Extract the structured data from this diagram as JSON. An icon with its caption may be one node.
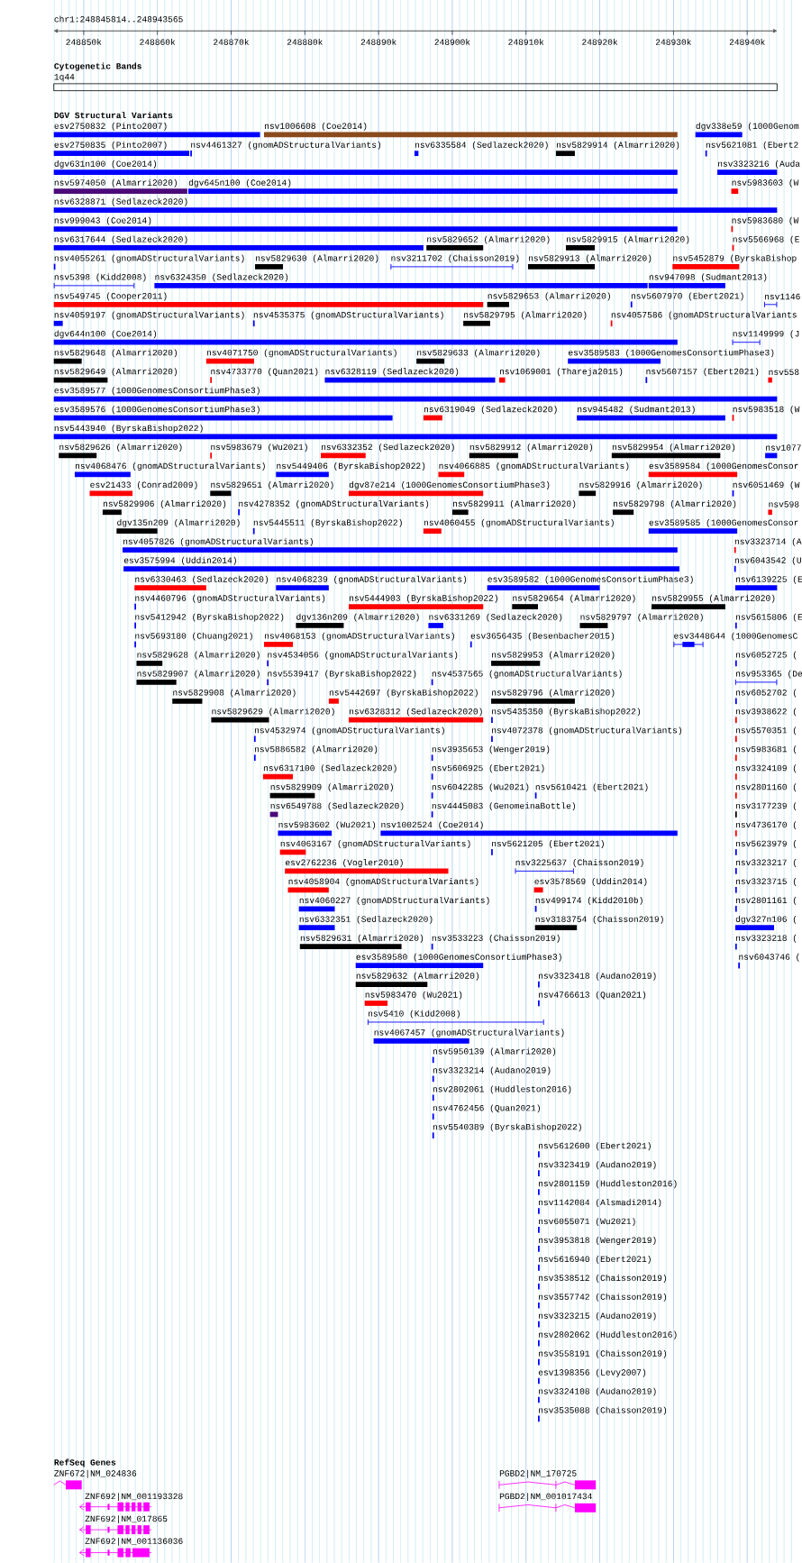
{
  "diagram": {
    "labels": [
      "chr1:248845814..248943565",
      "248850k",
      "248860k",
      "248870k",
      "248880k",
      "248890k",
      "248900k",
      "248910k",
      "248920k",
      "248930k",
      "248940k",
      "Cytogenetic Bands",
      "1q44",
      "DGV Structural Variants",
      "esv2750832 (Pinto2007)",
      "nsv1006608 (Coe2014)",
      "dgv338e59 (1000Genom",
      "esv2750835 (Pinto2007)",
      "nsv4461327 (gnomADStructuralVariants)",
      "nsv6335584 (Sedlazeck2020)",
      "nsv5829914 (Almarri2020)",
      "nsv5621081 (Ebert2",
      "dgv631n100 (Coe2014)",
      "nsv3323216 (Auda",
      "nsv5974050 (Almarri2020)",
      "dgv645n100 (Coe2014)",
      "nsv5983603 (W",
      "nsv6328871 (Sedlazeck2020)",
      "nsv999043 (Coe2014)",
      "nsv5983680 (W",
      "nsv6317644 (Sedlazeck2020)",
      "nsv5829652 (Almarri2020)",
      "nsv5829915 (Almarri2020)",
      "nsv5566968 (E",
      "nsv4055261 (gnomADStructuralVariants)",
      "nsv5829630 (Almarri2020)",
      "nsv3211702 (Chaisson2019)",
      "nsv5829913 (Almarri2020)",
      "nsv5452879 (ByrskaBishop",
      "nsv5398 (Kidd2008)",
      "nsv6324350 (Sedlazeck2020)",
      "nsv947098 (Sudmant2013)",
      "nsv549745 (Cooper2011)",
      "nsv5829653 (Almarri2020)",
      "nsv5607970 (Ebert2021)",
      "nsv1146",
      "nsv4059197 (gnomADStructuralVariants)",
      "nsv4535375 (gnomADStructuralVariants)",
      "nsv5829795 (Almarri2020)",
      "nsv4057586 (gnomADStructuralVariants",
      "dgv644n100 (Coe2014)",
      "nsv1149999 (J",
      "nsv5829648 (Almarri2020)",
      "nsv4071750 (gnomADStructuralVariants)",
      "nsv5829633 (Almarri2020)",
      "esv3589583 (1000GenomesConsortiumPhase3)",
      "nsv5829649 (Almarri2020)",
      "nsv4733770 (Quan2021)",
      "nsv6328119 (Sedlazeck2020)",
      "nsv1069001 (Thareja2015)",
      "nsv5607157 (Ebert2021)",
      "nsv558",
      "esv3589577 (1000GenomesConsortiumPhase3)",
      "esv3589576 (1000GenomesConsortiumPhase3)",
      "nsv6319049 (Sedlazeck2020)",
      "nsv945482 (Sudmant2013)",
      "nsv5983518 (W",
      "nsv5443940 (ByrskaBishop2022)",
      "nsv5829626 (Almarri2020)",
      "nsv5983679 (Wu2021)",
      "nsv6332352 (Sedlazeck2020)",
      "nsv5829912 (Almarri2020)",
      "nsv5829954 (Almarri2020)",
      "nsv1077",
      "nsv4068476 (gnomADStructuralVariants)",
      "nsv5449406 (ByrskaBishop2022)",
      "nsv4066885 (gnomADStructuralVariants)",
      "esv3589584 (1000GenomesConsor",
      "esv21433 (Conrad2009)",
      "nsv5829651 (Almarri2020)",
      "dgv87e214 (1000GenomesConsortiumPhase3)",
      "nsv5829916 (Almarri2020)",
      "nsv6051469 (W",
      "nsv5829906 (Almarri2020)",
      "nsv4278352 (gnomADStructuralVariants)",
      "nsv5829911 (Almarri2020)",
      "nsv5829798 (Almarri2020)",
      "nsv598",
      "dgv135n209 (Almarri2020)",
      "nsv5445511 (ByrskaBishop2022)",
      "nsv4060455 (gnomADStructuralVariants)",
      "esv3589585 (1000GenomesConsor",
      "nsv4057826 (gnomADStructuralVariants)",
      "nsv3323714 (A",
      "esv3575994 (Uddin2014)",
      "nsv6043542 (U",
      "nsv6330463 (Sedlazeck2020)",
      "nsv4068239 (gnomADStructuralVariants)",
      "esv3589582 (1000GenomesConsortiumPhase3)",
      "nsv6139225 (E",
      "nsv4460796 (gnomADStructuralVariants)",
      "nsv5444903 (ByrskaBishop2022)",
      "nsv5829654 (Almarri2020)",
      "nsv5829955 (Almarri2020)",
      "nsv5412942 (ByrskaBishop2022)",
      "dgv136n209 (Almarri2020)",
      "nsv6331269 (Sedlazeck2020)",
      "nsv5829797 (Almarri2020)",
      "nsv5615806 (E",
      "nsv5693180 (Chuang2021)",
      "nsv4068153 (gnomADStructuralVariants)",
      "esv3656435 (Besenbacher2015)",
      "esv3448644 (1000GenomesC",
      "nsv5829628 (Almarri2020)",
      "nsv4534056 (gnomADStructuralVariants)",
      "nsv5829953 (Almarri2020)",
      "nsv6052725 (",
      "nsv5829907 (Almarri2020)",
      "nsv5539417 (ByrskaBishop2022)",
      "nsv4537565 (gnomADStructuralVariants)",
      "nsv953365 (De",
      "nsv5829908 (Almarri2020)",
      "nsv5442697 (ByrskaBishop2022)",
      "nsv5829796 (Almarri2020)",
      "nsv6052702 (",
      "nsv5829629 (Almarri2020)",
      "nsv6328312 (Sedlazeck2020)",
      "nsv5435350 (ByrskaBishop2022)",
      "nsv3938622 (",
      "nsv4532974 (gnomADStructuralVariants)",
      "nsv4072378 (gnomADStructuralVariants)",
      "nsv5570351 (",
      "nsv5886582 (Almarri2020)",
      "nsv3935653 (Wenger2019)",
      "nsv5983681 (",
      "nsv6317100 (Sedlazeck2020)",
      "nsv5606925 (Ebert2021)",
      "nsv3324109 (",
      "nsv5829909 (Almarri2020)",
      "nsv6042285 (Wu2021)",
      "nsv5610421 (Ebert2021)",
      "nsv2801160 (",
      "nsv6549788 (Sedlazeck2020)",
      "nsv4445083 (GenomeinaBottle)",
      "nsv3177239 (",
      "nsv5983602 (Wu2021)",
      "nsv1002524 (Coe2014)",
      "nsv4736170 (",
      "nsv4063167 (gnomADStructuralVariants)",
      "nsv5621205 (Ebert2021)",
      "nsv5623979 (",
      "esv2762236 (Vogler2010)",
      "nsv3225637 (Chaisson2019)",
      "nsv3323217 (",
      "nsv4058904 (gnomADStructuralVariants)",
      "esv3578569 (Uddin2014)",
      "nsv3323715 (",
      "nsv4060227 (gnomADStructuralVariants)",
      "nsv499174 (Kidd2010b)",
      "nsv2801161 (",
      "nsv6332351 (Sedlazeck2020)",
      "nsv3183754 (Chaisson2019)",
      "dgv327n106 (",
      "nsv5829631 (Almarri2020)",
      "nsv3533223 (Chaisson2019)",
      "nsv3323218 (",
      "esv3589580 (1000GenomesConsortiumPhase3)",
      "nsv6043746 (",
      "nsv5829632 (Almarri2020)",
      "nsv3323418 (Audano2019)",
      "nsv5983470 (Wu2021)",
      "nsv4766613 (Quan2021)",
      "nsv5410 (Kidd2008)",
      "nsv4067457 (gnomADStructuralVariants)",
      "nsv5950139 (Almarri2020)",
      "nsv3323214 (Audano2019)",
      "nsv2802061 (Huddleston2016)",
      "nsv4762456 (Quan2021)",
      "nsv5540389 (ByrskaBishop2022)",
      "nsv5612600 (Ebert2021)",
      "nsv3323419 (Audano2019)",
      "nsv2801159 (Huddleston2016)",
      "nsv1142084 (Alsmadi2014)",
      "nsv6055071 (Wu2021)",
      "nsv3953818 (Wenger2019)",
      "nsv5616940 (Ebert2021)",
      "nsv3538512 (Chaisson2019)",
      "nsv3557742 (Chaisson2019)",
      "nsv3323215 (Audano2019)",
      "nsv2802062 (Huddleston2016)",
      "nsv3558191 (Chaisson2019)",
      "esv1398356 (Levy2007)",
      "nsv3324108 (Audano2019)",
      "nsv3535088 (Chaisson2019)",
      "RefSeq Genes",
      "ZNF672|NM_024836",
      "PGBD2|NM_170725",
      "ZNF692|NM_001193328",
      "PGBD2|NM_001017434",
      "ZNF692|NM_017865",
      "ZNF692|NM_001136036"
    ]
  }
}
